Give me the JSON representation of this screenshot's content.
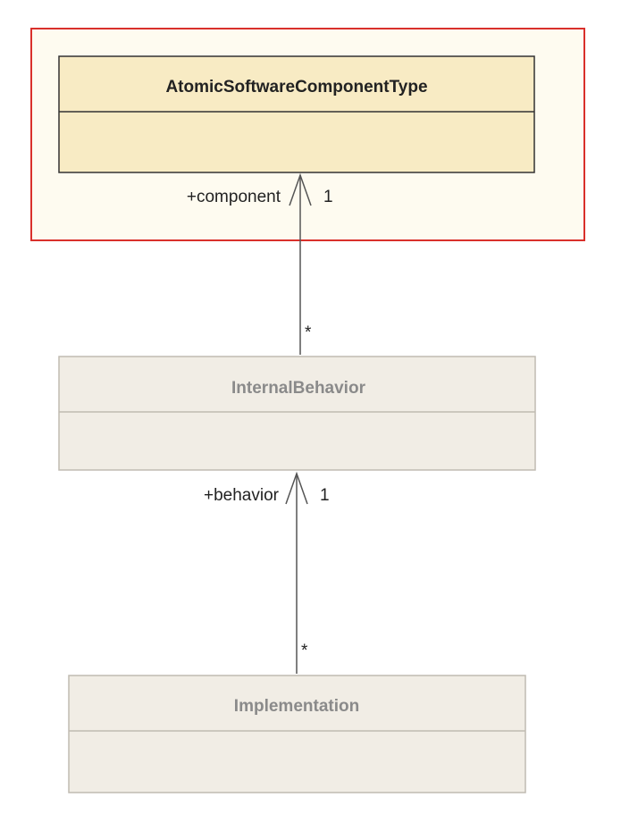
{
  "colors": {
    "highlight_border": "#d9302b",
    "highlight_fill": "#fefbf0",
    "active_class_fill": "#f8ebc4",
    "inactive_class_fill": "#f1ede5",
    "inactive_border": "#c0bbb2",
    "inactive_text": "#8a8a8a",
    "line": "#555555"
  },
  "classes": {
    "atomic": {
      "name": "AtomicSoftwareComponentType"
    },
    "internal": {
      "name": "InternalBehavior"
    },
    "impl": {
      "name": "Implementation"
    }
  },
  "associations": {
    "component": {
      "role": "+component",
      "target_mult": "1",
      "source_mult": "*"
    },
    "behavior": {
      "role": "+behavior",
      "target_mult": "1",
      "source_mult": "*"
    }
  }
}
